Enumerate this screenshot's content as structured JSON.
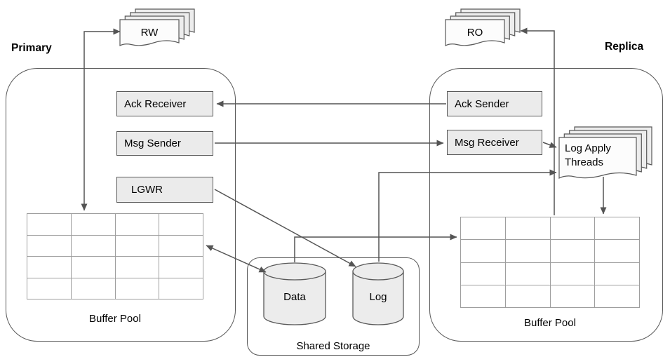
{
  "primary": {
    "label": "Primary",
    "rw_label": "RW",
    "ack_receiver": "Ack Receiver",
    "msg_sender": "Msg Sender",
    "lgwr": "LGWR",
    "buffer_pool_label": "Buffer Pool"
  },
  "replica": {
    "label": "Replica",
    "ro_label": "RO",
    "ack_sender": "Ack Sender",
    "msg_receiver": "Msg Receiver",
    "log_apply_line1": "Log Apply",
    "log_apply_line2": "Threads",
    "buffer_pool_label": "Buffer Pool"
  },
  "shared_storage": {
    "label": "Shared Storage",
    "data_label": "Data",
    "log_label": "Log"
  },
  "edges": [
    {
      "from": "rw-clients",
      "to": "primary-buffer-pool",
      "bidirectional": true
    },
    {
      "from": "ack-sender",
      "to": "ack-receiver",
      "bidirectional": false
    },
    {
      "from": "msg-sender",
      "to": "msg-receiver",
      "bidirectional": false
    },
    {
      "from": "lgwr",
      "to": "log-storage",
      "bidirectional": false
    },
    {
      "from": "primary-buffer-pool",
      "to": "data-storage",
      "bidirectional": true
    },
    {
      "from": "data-storage",
      "to": "replica-buffer-pool",
      "bidirectional": false
    },
    {
      "from": "log-storage",
      "to": "log-apply-threads",
      "bidirectional": false
    },
    {
      "from": "msg-receiver",
      "to": "log-apply-threads",
      "bidirectional": false
    },
    {
      "from": "log-apply-threads",
      "to": "replica-buffer-pool",
      "bidirectional": false
    },
    {
      "from": "replica-buffer-pool",
      "to": "ro-clients",
      "bidirectional": false
    }
  ],
  "colors": {
    "box_fill": "#ebebeb",
    "page_fill": "#fcfcfc",
    "page_back_fill": "#ededed",
    "outline": "#595959",
    "arrow": "#545454",
    "grid_line": "#9e9e9e"
  }
}
